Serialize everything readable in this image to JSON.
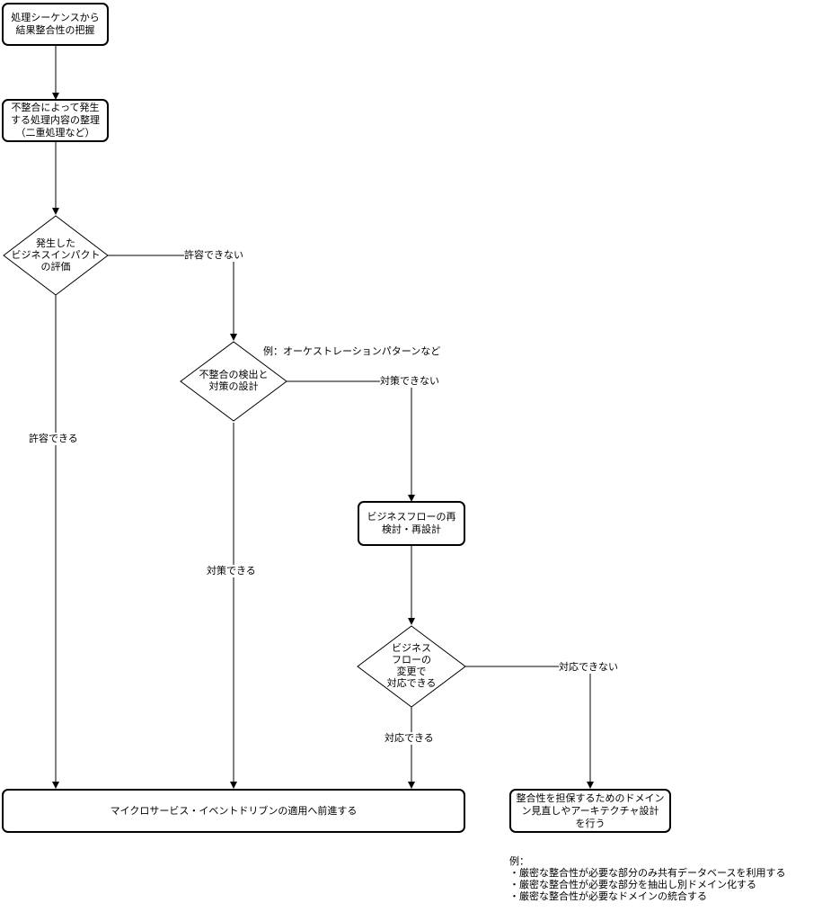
{
  "nodes": {
    "start": "処理シーケンスから\n結果整合性の把握",
    "organize": "不整合によって発生\nする処理内容の整理\n（二重処理など）",
    "evaluate": "発生した\nビジネスインパクト\nの評価",
    "detect_design": "不整合の検出と\n対策の設計",
    "flow_redesign": "ビジネスフローの再\n検討・再設計",
    "flow_change": "ビジネス\nフローの\n変更で\n対応できる",
    "proceed": "マイクロサービス・イベントドリブンの適用へ前進する",
    "domain_review": "整合性を担保するためのドメイン\nン見直しやアーキテクチャ設計\nを行う"
  },
  "edge_labels": {
    "cannot_tolerate": "許容できない",
    "can_tolerate": "許容できる",
    "cannot_counter": "対策できない",
    "can_counter": "対策できる",
    "cannot_handle": "対応できない",
    "can_handle": "対応できる"
  },
  "notes": {
    "orchestration_example": "例：オーケストレーションパターンなど",
    "examples": "例：\n・厳密な整合性が必要な部分のみ共有データベースを利用する\n・厳密な整合性が必要な部分を抽出し別ドメイン化する\n・厳密な整合性が必要なドメインの統合する"
  }
}
